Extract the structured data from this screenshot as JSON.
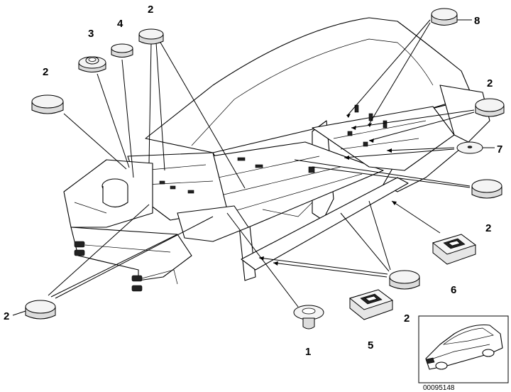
{
  "diagram": {
    "callouts": [
      {
        "id": "c-2-top",
        "label": "2"
      },
      {
        "id": "c-3",
        "label": "3"
      },
      {
        "id": "c-4",
        "label": "4"
      },
      {
        "id": "c-8",
        "label": "8"
      },
      {
        "id": "c-2-left-top",
        "label": "2"
      },
      {
        "id": "c-2-right-top",
        "label": "2"
      },
      {
        "id": "c-7",
        "label": "7"
      },
      {
        "id": "c-2-right-mid",
        "label": "2"
      },
      {
        "id": "c-6",
        "label": "6"
      },
      {
        "id": "c-2-left-bottom",
        "label": "2"
      },
      {
        "id": "c-1",
        "label": "1"
      },
      {
        "id": "c-5",
        "label": "5"
      },
      {
        "id": "c-2-bottom",
        "label": "2"
      }
    ],
    "document_number": "00095148"
  }
}
